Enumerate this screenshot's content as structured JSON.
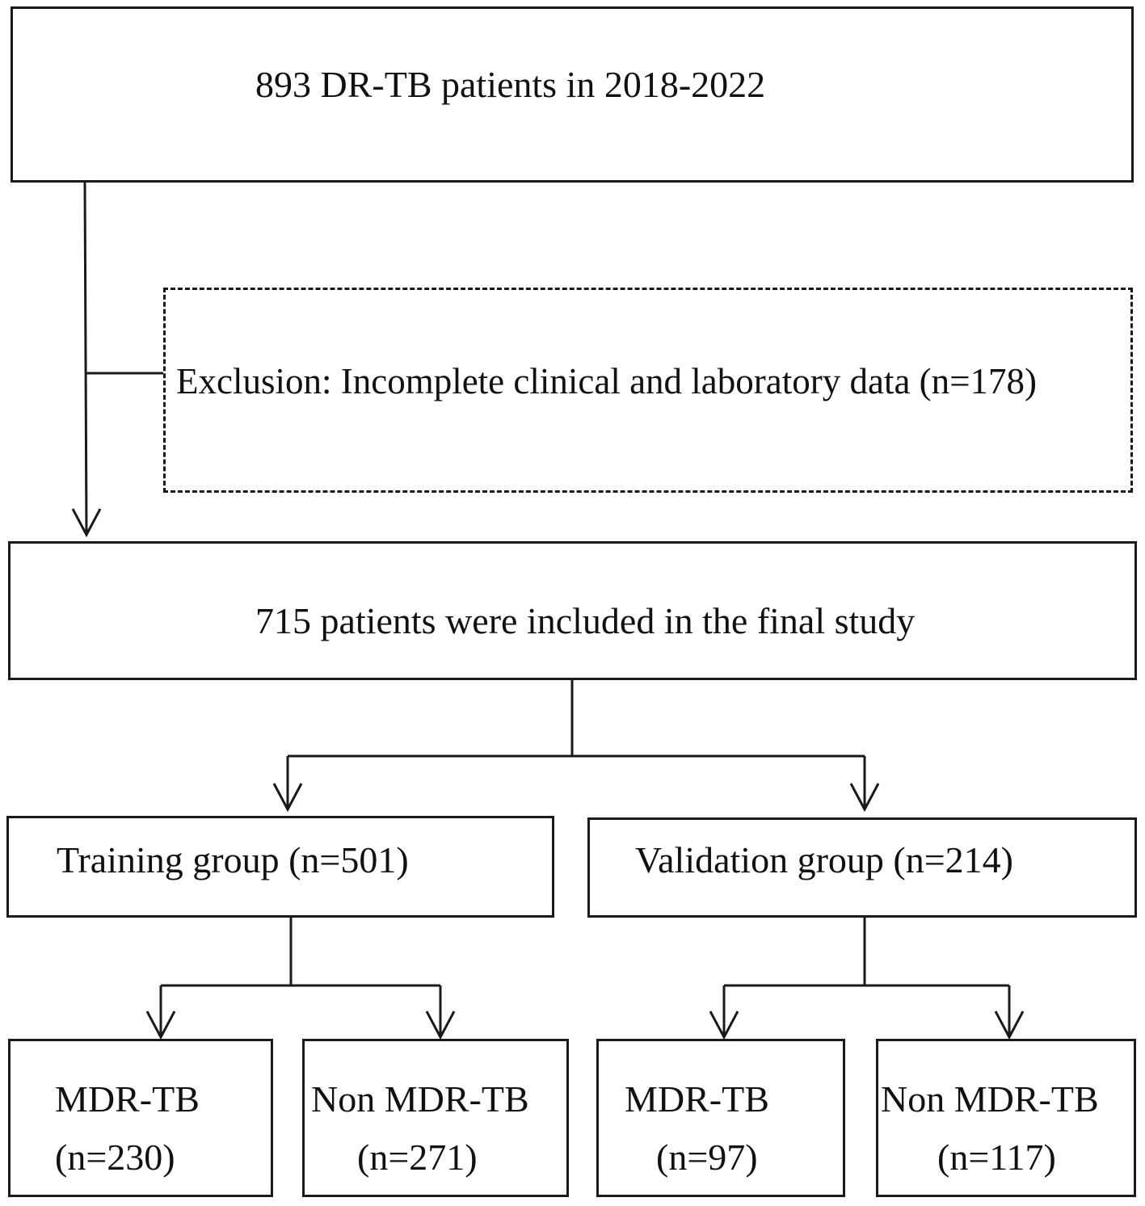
{
  "top_box": {
    "text": "893 DR-TB patients in 2018-2022"
  },
  "exclusion_box": {
    "text": "Exclusion: Incomplete clinical and laboratory data (n=178)"
  },
  "included_box": {
    "text": "715 patients were included in the final study"
  },
  "training_box": {
    "text": "Training group (n=501)"
  },
  "validation_box": {
    "text": "Validation group (n=214)"
  },
  "training_mdr": {
    "line1": "MDR-TB",
    "line2": "(n=230)"
  },
  "training_non_mdr": {
    "line1": "Non MDR-TB",
    "line2": "(n=271)"
  },
  "validation_mdr": {
    "line1": "MDR-TB",
    "line2": "(n=97)"
  },
  "validation_non_mdr": {
    "line1": "Non MDR-TB",
    "line2": "(n=117)"
  }
}
